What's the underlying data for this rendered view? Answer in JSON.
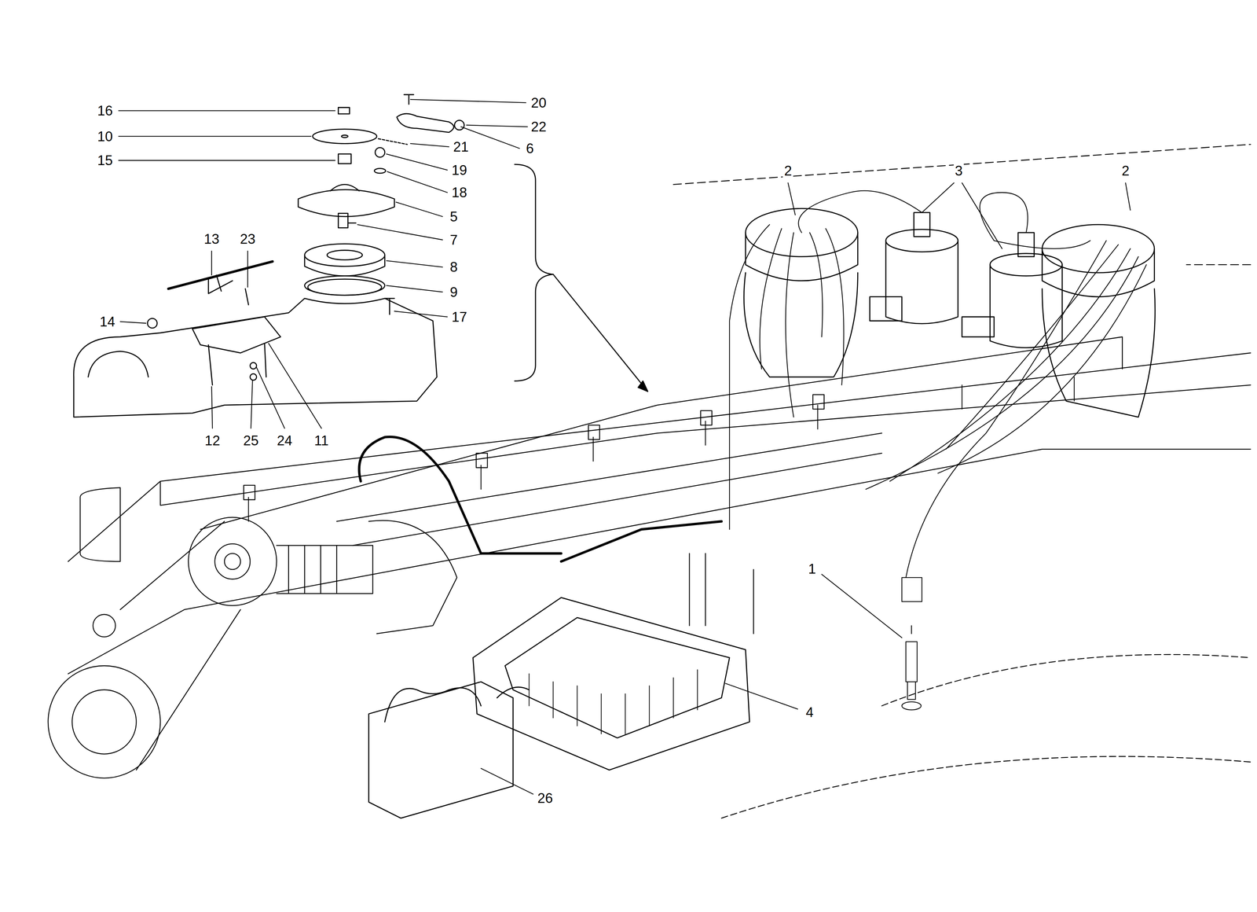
{
  "diagram": {
    "labels": [
      "16",
      "20",
      "22",
      "10",
      "21",
      "6",
      "15",
      "19",
      "18",
      "2",
      "3",
      "2",
      "5",
      "7",
      "13",
      "23",
      "8",
      "9",
      "17",
      "14",
      "12",
      "25",
      "24",
      "11",
      "1",
      "4",
      "26"
    ]
  }
}
